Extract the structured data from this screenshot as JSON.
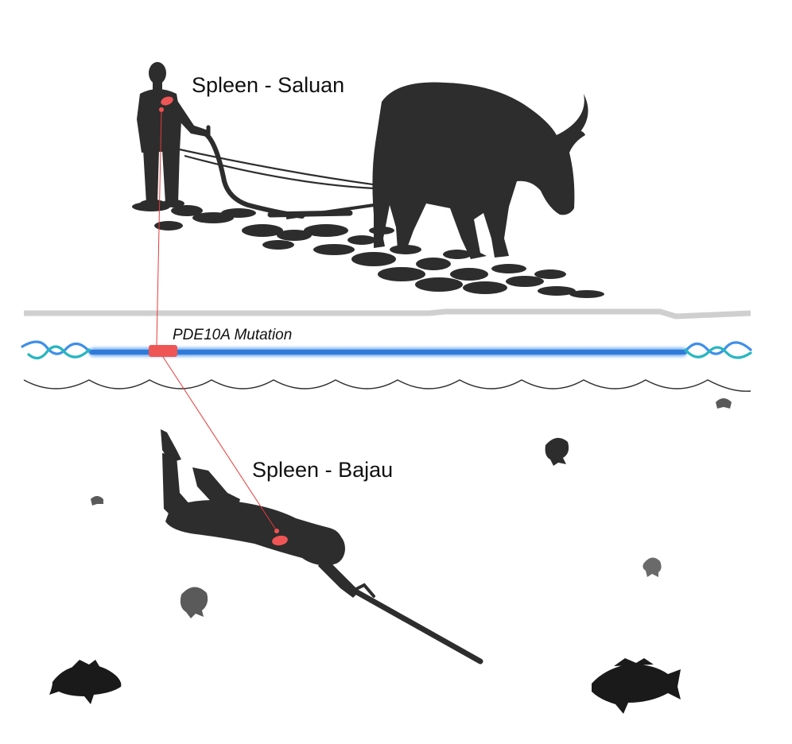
{
  "labels": {
    "land": "Spleen - Saluan",
    "gene": "PDE10A Mutation",
    "sea": "Spleen - Bajau"
  },
  "colors": {
    "silhouette": "#2d2d2d",
    "spleen": "#f05555",
    "gene_bar": "#3d8ee8",
    "dna_strand_a": "#3f8fe8",
    "dna_strand_b": "#27b6c0",
    "ground_line": "#cfcfcf",
    "connector": "#e83a3a"
  },
  "icons": [
    "farmer-silhouette",
    "plough-icon",
    "buffalo-silhouette",
    "dna-helix-icon",
    "diver-silhouette",
    "spear-icon",
    "jellyfish-icon",
    "fish-icon"
  ]
}
